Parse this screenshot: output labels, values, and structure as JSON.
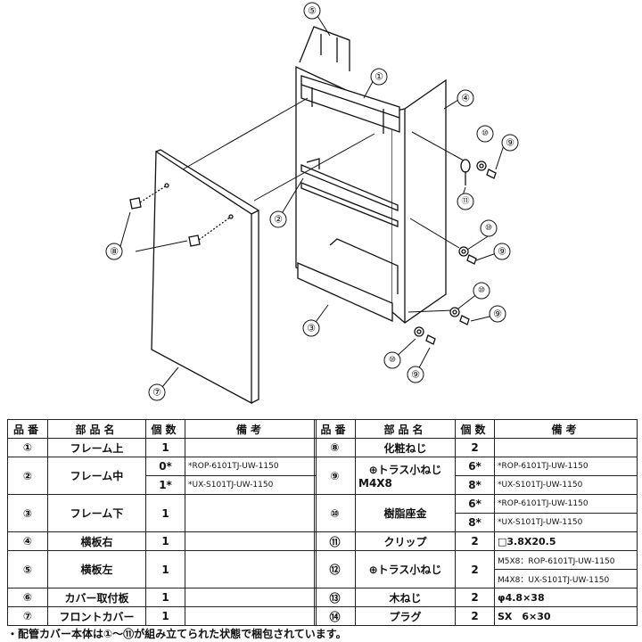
{
  "diagram": {
    "callouts": [
      "①",
      "②",
      "③",
      "④",
      "⑤",
      "⑦",
      "⑧",
      "⑨",
      "⑨",
      "⑨",
      "⑨",
      "⑩",
      "⑩",
      "⑩",
      "⑩",
      "⑪"
    ]
  },
  "table": {
    "headers": {
      "no": "品番",
      "name": "部品名",
      "qty": "個数",
      "remarks": "備考"
    },
    "left_rows": [
      {
        "no": "①",
        "name": "フレーム上",
        "qty": "1",
        "remarks": ""
      },
      {
        "no": "②",
        "name": "フレーム中",
        "qty": "",
        "remarks": "",
        "sub": [
          {
            "qty": "0*",
            "remarks": "*ROP-6101TJ-UW-1150"
          },
          {
            "qty": "1*",
            "remarks": "*UX-S101TJ-UW-1150"
          }
        ]
      },
      {
        "no": "③",
        "name": "フレーム下",
        "qty": "1",
        "remarks": ""
      },
      {
        "no": "④",
        "name": "横板右",
        "qty": "1",
        "remarks": ""
      },
      {
        "no": "⑤",
        "name": "横板左",
        "qty": "1",
        "remarks": ""
      },
      {
        "no": "⑥",
        "name": "カバー取付板",
        "qty": "1",
        "remarks": ""
      },
      {
        "no": "⑦",
        "name": "フロントカバー",
        "qty": "1",
        "remarks": ""
      }
    ],
    "right_rows": [
      {
        "no": "⑧",
        "name": "化粧ねじ",
        "qty": "2",
        "remarks": ""
      },
      {
        "no": "⑨",
        "name": "⊕トラス小ねじ",
        "name2": "M4X8",
        "sub": [
          {
            "qty": "6*",
            "remarks": "*ROP-6101TJ-UW-1150"
          },
          {
            "qty": "8*",
            "remarks": "*UX-S101TJ-UW-1150"
          }
        ]
      },
      {
        "no": "⑩",
        "name": "樹脂座金",
        "sub": [
          {
            "qty": "6*",
            "remarks": "*ROP-6101TJ-UW-1150"
          },
          {
            "qty": "8*",
            "remarks": "*UX-S101TJ-UW-1150"
          }
        ]
      },
      {
        "no": "⑪",
        "name": "クリップ",
        "qty": "2",
        "remarks": "□3.8X20.5"
      },
      {
        "no": "⑫",
        "name": "⊕トラス小ねじ",
        "qty": "2",
        "sub_remarks": [
          "M5X8：ROP-6101TJ-UW-1150",
          "M4X8：UX-S101TJ-UW-1150"
        ]
      },
      {
        "no": "⑬",
        "name": "木ねじ",
        "qty": "2",
        "remarks": "φ4.8×38"
      },
      {
        "no": "⑭",
        "name": "プラグ",
        "qty": "2",
        "remarks": "SX　6×30"
      }
    ]
  },
  "footnote": "・配管カバー本体は①～⑪が組み立てられた状態で梱包されています。"
}
